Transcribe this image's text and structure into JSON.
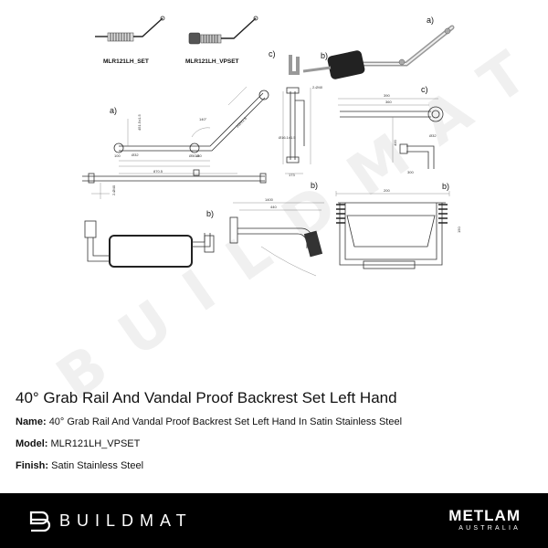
{
  "drawing": {
    "thumb_labels": [
      "MLR121LH_SET",
      "MLR121LH_VPSET"
    ],
    "part_labels": {
      "a": "a)",
      "b": "b)",
      "c": "c)"
    },
    "dims": {
      "d1": "451.5±1.5",
      "d2": "Ø32",
      "d3": "100",
      "d4": "300±1.5",
      "d5": "130",
      "d6": "Ø50.8",
      "d7": "870.5",
      "d8": "140°",
      "d9": "2-Ø40",
      "d10": "400",
      "d11": "300",
      "d12": "Ø32",
      "d13": "173",
      "d14": "2-Ø40",
      "d15": "390",
      "d16": "200",
      "d17": "150",
      "d18": "1400",
      "d19": "440",
      "d20": "Ø16.1±1.5",
      "d21": "360"
    }
  },
  "watermark": "BUILDMAT",
  "product": {
    "title": "40° Grab Rail And Vandal Proof Backrest Set Left Hand",
    "name_label": "Name:",
    "name_value": "40° Grab Rail And Vandal Proof Backrest Set Left Hand In Satin Stainless Steel",
    "model_label": "Model:",
    "model_value": "MLR121LH_VPSET",
    "finish_label": "Finish:",
    "finish_value": "Satin Stainless Steel"
  },
  "footer": {
    "brand": "BUILDMAT",
    "partner_name": "METLAM",
    "partner_sub": "AUSTRALIA"
  }
}
